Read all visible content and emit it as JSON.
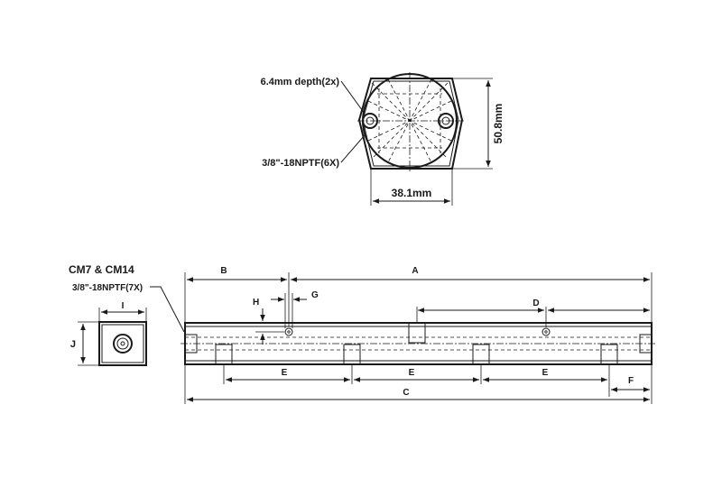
{
  "top_view": {
    "callout_depth": "6.4mm depth(2x)",
    "callout_thread": "3/8\"-18NPTF(6X)",
    "dim_height": "50.8mm",
    "dim_width": "38.1mm"
  },
  "model_label": "CM7 & CM14",
  "model_thread": "3/8\"-18NPTF(7X)",
  "dims": {
    "A": "A",
    "B": "B",
    "C": "C",
    "D": "D",
    "E1": "E",
    "E2": "E",
    "E3": "E",
    "F": "F",
    "G": "G",
    "H": "H",
    "I": "I",
    "J": "J"
  }
}
